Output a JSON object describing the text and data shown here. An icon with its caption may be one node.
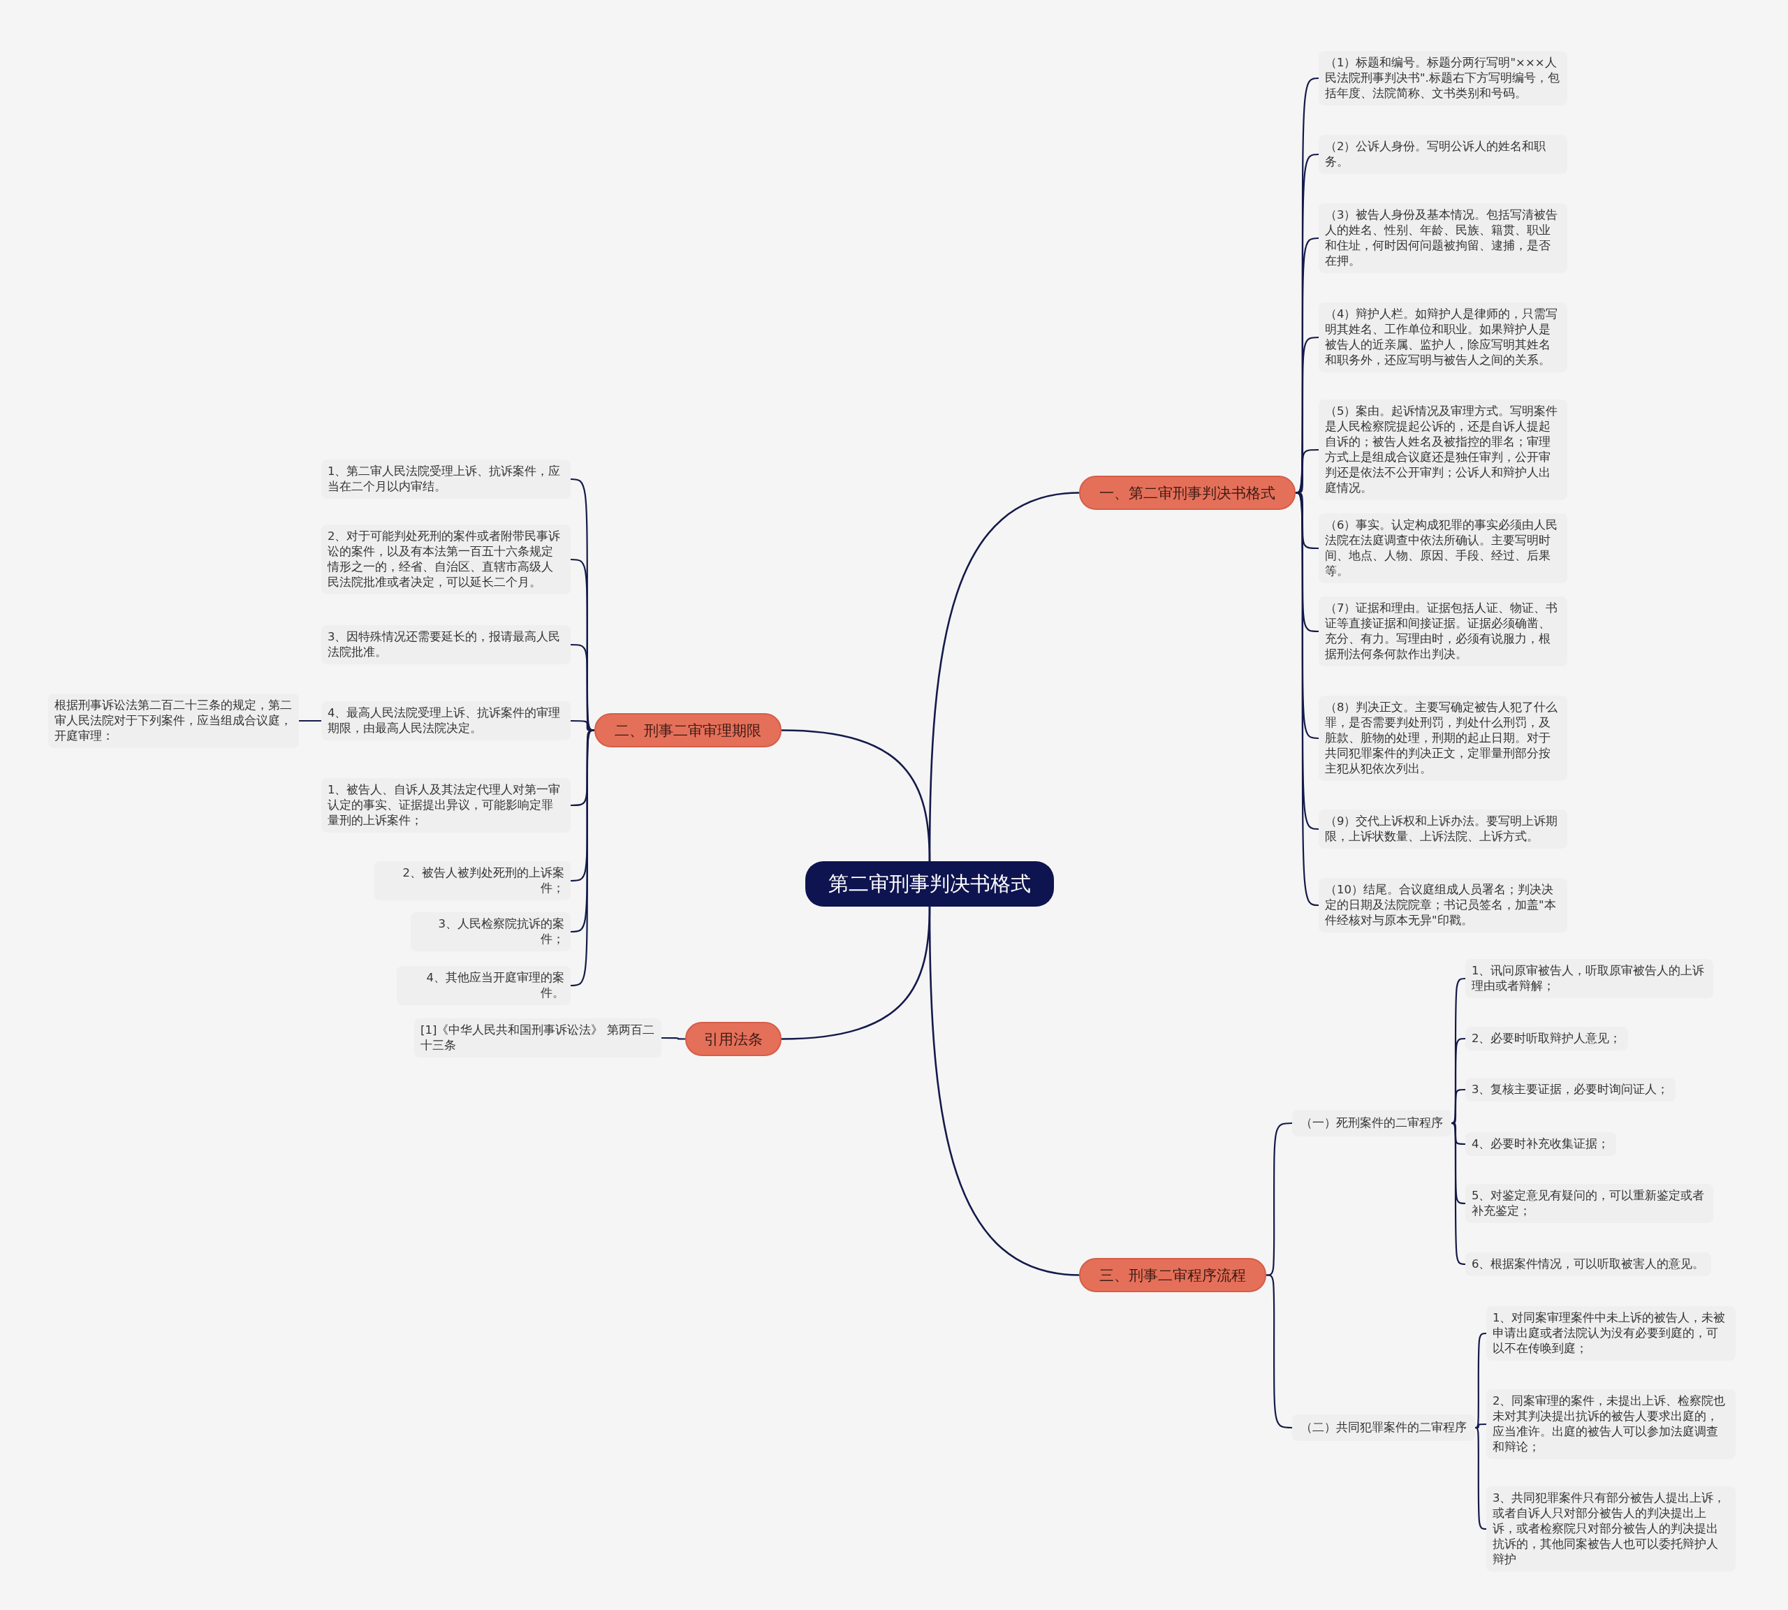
{
  "diagram": {
    "nodes": [
      {
        "text": [
          "第二审刑事判决书格式"
        ]
      },
      {
        "text": [
          "一、第二审刑事判决书格式"
        ]
      },
      {
        "text": [
          "（1）标题和编号。标题分两行写明\"×××人民法院刑事判决书\".标题右下方写明编号，包括年度、法院简称、文书类别和号码。"
        ]
      },
      {
        "text": [
          "（2）公诉人身份。写明公诉人的姓名和职务。"
        ]
      },
      {
        "text": [
          "（3）被告人身份及基本情况。包括写清被告人的姓名、性别、年龄、民族、籍贯、职业和住址，何时因何问题被拘留、逮捕，是否在押。"
        ]
      },
      {
        "text": [
          "（4）辩护人栏。如辩护人是律师的，只需写明其姓名、工作单位和职业。如果辩护人是被告人的近亲属、监护人，除应写明其姓名和职务外，还应写明与被告人之间的关系。"
        ]
      },
      {
        "text": [
          "（5）案由。起诉情况及审理方式。写明案件是人民检察院提起公诉的，还是自诉人提起自诉的；被告人姓名及被指控的罪名；审理方式上是组成合议庭还是独任审判，公开审判还是依法不公开审判；公诉人和辩护人出庭情况。"
        ]
      },
      {
        "text": [
          "（6）事实。认定构成犯罪的事实必须由人民法院在法庭调查中依法所确认。主要写明时间、地点、人物、原因、手段、经过、后果等。"
        ]
      },
      {
        "text": [
          "（7）证据和理由。证据包括人证、物证、书证等直接证据和间接证据。证据必须确凿、充分、有力。写理由时，必须有说服力，根据刑法何条何款作出判决。"
        ]
      },
      {
        "text": [
          "（8）判决正文。主要写确定被告人犯了什么罪，是否需要判处刑罚，判处什么刑罚，及脏款、脏物的处理，刑期的起止日期。对于共同犯罪案件的判决正文，定罪量刑部分按主犯从犯依次列出。"
        ]
      },
      {
        "text": [
          "（9）交代上诉权和上诉办法。要写明上诉期限，上诉状数量、上诉法院、上诉方式。"
        ]
      },
      {
        "text": [
          "（10）结尾。合议庭组成人员署名；判决决定的日期及法院院章；书记员签名，加盖\"本件经核对与原本无异\"印戳。"
        ]
      },
      {
        "text": [
          "二、刑事二审审理期限"
        ]
      },
      {
        "text": [
          "1、第二审人民法院受理上诉、抗诉案件，应当在二个月以内审结。"
        ]
      },
      {
        "text": [
          "2、对于可能判处死刑的案件或者附带民事诉讼的案件，以及有本法第一百五十六条规定情形之一的，经省、自治区、直辖市高级人民法院批准或者决定，可以延长二个月。"
        ]
      },
      {
        "text": [
          "3、因特殊情况还需要延长的，报请最高人民法院批准。"
        ]
      },
      {
        "text": [
          "4、最高人民法院受理上诉、抗诉案件的审理期限，由最高人民法院决定。"
        ]
      },
      {
        "text": [
          "根据刑事诉讼法第二百二十三条的规定，第二审人民法院对于下列案件，应当组成合议庭，开庭审理："
        ]
      },
      {
        "text": [
          "1、被告人、自诉人及其法定代理人对第一审认定的事实、证据提出异议，可能影响定罪量刑的上诉案件；"
        ]
      },
      {
        "text": [
          "2、被告人被判处死刑的上诉案件；"
        ]
      },
      {
        "text": [
          "3、人民检察院抗诉的案件；"
        ]
      },
      {
        "text": [
          "4、其他应当开庭审理的案件。"
        ]
      },
      {
        "text": [
          "引用法条"
        ]
      },
      {
        "text": [
          "[1]《中华人民共和国刑事诉讼法》 第两百二十三条"
        ]
      },
      {
        "text": [
          "三、刑事二审程序流程"
        ]
      },
      {
        "text": [
          "（一）死刑案件的二审程序"
        ]
      },
      {
        "text": [
          "1、讯问原审被告人，听取原审被告人的上诉理由或者辩解；"
        ]
      },
      {
        "text": [
          "2、必要时听取辩护人意见；"
        ]
      },
      {
        "text": [
          "3、复核主要证据，必要时询问证人；"
        ]
      },
      {
        "text": [
          "4、必要时补充收集证据；"
        ]
      },
      {
        "text": [
          "5、对鉴定意见有疑问的，可以重新鉴定或者补充鉴定；"
        ]
      },
      {
        "text": [
          "6、根据案件情况，可以听取被害人的意见。"
        ]
      },
      {
        "text": [
          "（二）共同犯罪案件的二审程序"
        ]
      },
      {
        "text": [
          "1、对同案审理案件中未上诉的被告人，未被申请出庭或者法院认为没有必要到庭的，可以不在传唤到庭；"
        ]
      },
      {
        "text": [
          "2、同案审理的案件，未提出上诉、检察院也未对其判决提出抗诉的被告人要求出庭的，应当准许。出庭的被告人可以参加法庭调查和辩论；"
        ]
      },
      {
        "text": [
          "3、共同犯罪案件只有部分被告人提出上诉，或者自诉人只对部分被告人的判决提出上诉，或者检察院只对部分被告人的判决提出抗诉的，其他同案被告人也可以委托辩护人辩护"
        ]
      }
    ],
    "edges": [
      {
        "from": 0,
        "to": 1,
        "arrow": "none"
      },
      {
        "from": 1,
        "to": 2,
        "arrow": "none"
      },
      {
        "from": 1,
        "to": 3,
        "arrow": "none"
      },
      {
        "from": 1,
        "to": 4,
        "arrow": "none"
      },
      {
        "from": 1,
        "to": 5,
        "arrow": "none"
      },
      {
        "from": 1,
        "to": 6,
        "arrow": "none"
      },
      {
        "from": 1,
        "to": 7,
        "arrow": "none"
      },
      {
        "from": 1,
        "to": 8,
        "arrow": "none"
      },
      {
        "from": 1,
        "to": 9,
        "arrow": "none"
      },
      {
        "from": 1,
        "to": 10,
        "arrow": "none"
      },
      {
        "from": 1,
        "to": 11,
        "arrow": "none"
      },
      {
        "from": 0,
        "to": 12,
        "arrow": "none"
      },
      {
        "from": 12,
        "to": 13,
        "arrow": "none"
      },
      {
        "from": 12,
        "to": 14,
        "arrow": "none"
      },
      {
        "from": 12,
        "to": 15,
        "arrow": "none"
      },
      {
        "from": 12,
        "to": 16,
        "arrow": "none"
      },
      {
        "from": 16,
        "to": 17,
        "arrow": "none"
      },
      {
        "from": 12,
        "to": 18,
        "arrow": "none"
      },
      {
        "from": 12,
        "to": 19,
        "arrow": "none"
      },
      {
        "from": 12,
        "to": 20,
        "arrow": "none"
      },
      {
        "from": 12,
        "to": 21,
        "arrow": "none"
      },
      {
        "from": 0,
        "to": 22,
        "arrow": "none"
      },
      {
        "from": 22,
        "to": 23,
        "arrow": "none"
      },
      {
        "from": 0,
        "to": 24,
        "arrow": "none"
      },
      {
        "from": 24,
        "to": 25,
        "arrow": "none"
      },
      {
        "from": 25,
        "to": 26,
        "arrow": "none"
      },
      {
        "from": 25,
        "to": 27,
        "arrow": "none"
      },
      {
        "from": 25,
        "to": 28,
        "arrow": "none"
      },
      {
        "from": 25,
        "to": 29,
        "arrow": "none"
      },
      {
        "from": 25,
        "to": 30,
        "arrow": "none"
      },
      {
        "from": 25,
        "to": 31,
        "arrow": "none"
      },
      {
        "from": 24,
        "to": 32,
        "arrow": "none"
      },
      {
        "from": 32,
        "to": 33,
        "arrow": "none"
      },
      {
        "from": 32,
        "to": 34,
        "arrow": "none"
      },
      {
        "from": 32,
        "to": 35,
        "arrow": "none"
      }
    ]
  }
}
